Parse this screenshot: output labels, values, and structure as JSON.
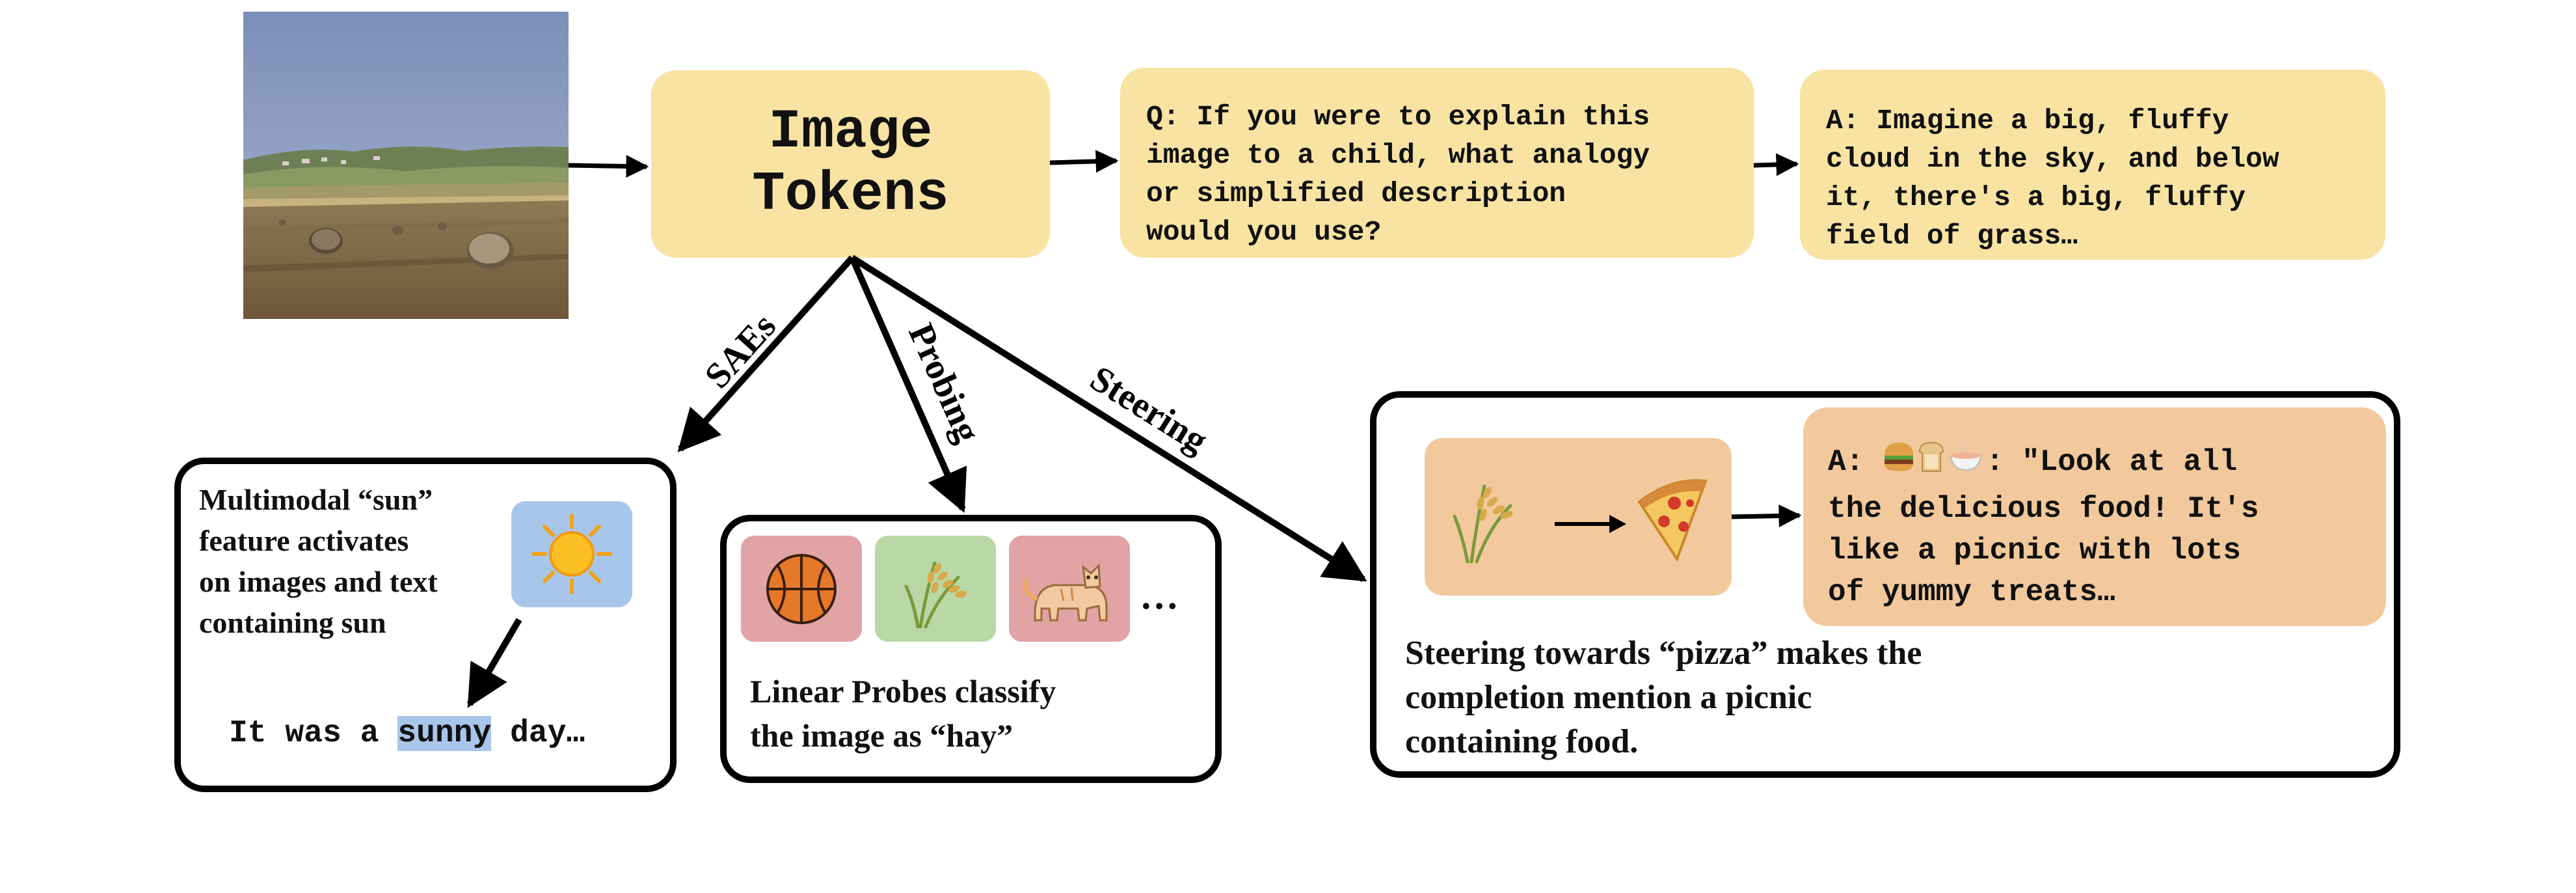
{
  "image_tokens": {
    "label": "Image\nTokens"
  },
  "question": {
    "text": "Q: If you were to explain this\nimage to a child, what analogy\nor simplified description\nwould you use?"
  },
  "answer": {
    "text": "A: Imagine a big, fluffy\ncloud in the sky, and below\nit, there's a big, fluffy\nfield of grass…"
  },
  "edges": {
    "saes": "SAEs",
    "probing": "Probing",
    "steering": "Steering"
  },
  "sae_panel": {
    "description": "Multimodal “sun”\nfeature activates\non images and text\ncontaining sun",
    "sentence_before": "It was a ",
    "sentence_highlight": "sunny",
    "sentence_after": " day…",
    "highlight_color": "#a8c6ea"
  },
  "probe_panel": {
    "chips": [
      {
        "icon": "basketball-icon",
        "color": "#e2a3a4"
      },
      {
        "icon": "hay-icon",
        "color": "#b8d8a6"
      },
      {
        "icon": "cat-icon",
        "color": "#e2a3a4"
      }
    ],
    "ellipsis": "…",
    "caption": "Linear Probes classify\nthe image as “hay”"
  },
  "steer_panel": {
    "answer_prefix": "A: ",
    "answer_text": ": \"Look at all\nthe delicious food! It's\nlike a picnic with lots\nof yummy treats…",
    "answer_icons": [
      "burger-icon",
      "bread-icon",
      "bowl-icon"
    ],
    "caption": "Steering towards “pizza” makes the\ncompletion mention a picnic\ncontaining food.",
    "chip_color": "#f2c99c"
  },
  "colors": {
    "yellow_box": "#f8e3a3",
    "sun_chip": "#a8c6ea",
    "steer_chip": "#f2c99c"
  }
}
